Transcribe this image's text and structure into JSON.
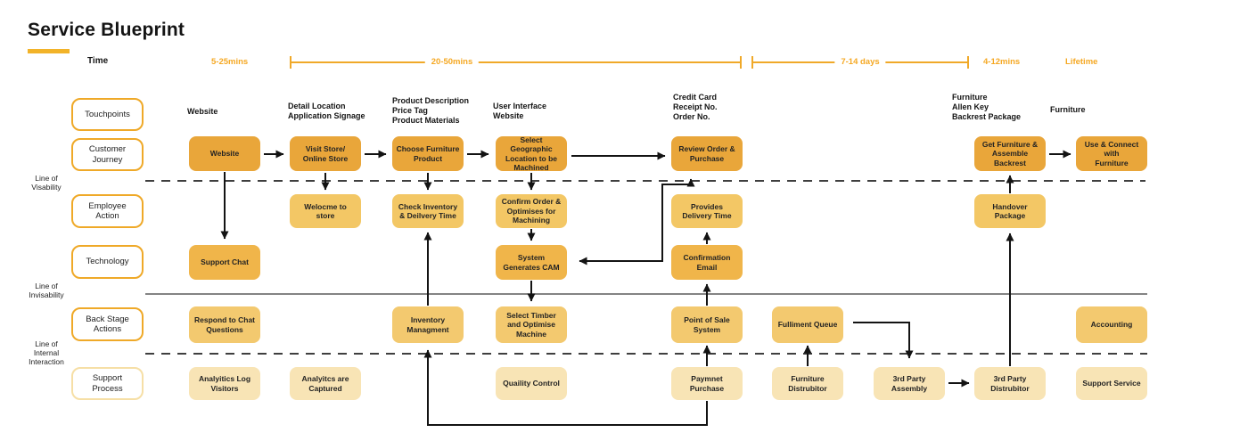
{
  "title": "Service Blueprint",
  "palette": {
    "gold_accent": "#F0A929",
    "underline": "#F2B329",
    "time_text": "#F5A823",
    "journey_fill": "#E9A63A",
    "technology_fill": "#F0B54A",
    "employee_fill": "#F3C765",
    "backstage_fill": "#F3C96F",
    "support_fill": "#F8E4B5",
    "lane_border": "#EFA928",
    "support_lane_border": "#F6DFA6",
    "separator_line": "#4a4a4a",
    "arrow_color": "#131313"
  },
  "timeline": {
    "label": "Time",
    "items": [
      {
        "text": "5-25mins",
        "style": "label"
      },
      {
        "text": "20-50mins",
        "style": "bracket"
      },
      {
        "text": "7-14 days",
        "style": "bracket"
      },
      {
        "text": "4-12mins",
        "style": "label"
      },
      {
        "text": "Lifetime",
        "style": "label"
      }
    ]
  },
  "touchpoint_headers": [
    "Website",
    "Detail Location\nApplication Signage",
    "Product Description\nPrice Tag\nProduct Materials",
    "User Interface\nWebsite",
    "Credit Card\nReceipt No.\nOrder No.",
    "Furniture\nAllen Key\nBackrest Package",
    "Furniture"
  ],
  "lanes": [
    {
      "id": "touchpoints",
      "label": "Touchpoints"
    },
    {
      "id": "journey",
      "label": "Customer\nJourney"
    },
    {
      "id": "employee",
      "label": "Employee\nAction"
    },
    {
      "id": "technology",
      "label": "Technology"
    },
    {
      "id": "backstage",
      "label": "Back Stage\nActions"
    },
    {
      "id": "support",
      "label": "Support\nProcess"
    }
  ],
  "separator_labels": [
    "Line of\nVisability",
    "Line of\nInvisability",
    "Line of\nInternal\nInteraction"
  ],
  "nodes": [
    {
      "id": "j1",
      "lane": "journey",
      "col": 0,
      "label": "Website"
    },
    {
      "id": "j2",
      "lane": "journey",
      "col": 1,
      "label": "Visit Store/\nOnline Store"
    },
    {
      "id": "j3",
      "lane": "journey",
      "col": 2,
      "label": "Choose Furniture\nProduct"
    },
    {
      "id": "j4",
      "lane": "journey",
      "col": 3,
      "label": "Select Geographic\nLocation to be\nMachined"
    },
    {
      "id": "j5",
      "lane": "journey",
      "col": 4,
      "label": "Review Order &\nPurchase"
    },
    {
      "id": "j8",
      "lane": "journey",
      "col": 7,
      "label": "Get Furniture &\nAssemble\nBackrest"
    },
    {
      "id": "j9",
      "lane": "journey",
      "col": 8,
      "label": "Use & Connect\nwith\nFurniture"
    },
    {
      "id": "e2",
      "lane": "employee",
      "col": 1,
      "label": "Welocme to\nstore"
    },
    {
      "id": "e3",
      "lane": "employee",
      "col": 2,
      "label": "Check Inventory\n& Deilvery Time"
    },
    {
      "id": "e4",
      "lane": "employee",
      "col": 3,
      "label": "Confirm Order &\nOptimises for\nMachining"
    },
    {
      "id": "e5",
      "lane": "employee",
      "col": 4,
      "label": "Provides\nDelivery Time"
    },
    {
      "id": "e8",
      "lane": "employee",
      "col": 7,
      "label": "Handover\nPackage"
    },
    {
      "id": "t1",
      "lane": "technology",
      "col": 0,
      "label": "Support Chat"
    },
    {
      "id": "t4",
      "lane": "technology",
      "col": 3,
      "label": "System\nGenerates CAM"
    },
    {
      "id": "t5",
      "lane": "technology",
      "col": 4,
      "label": "Confirmation\nEmail"
    },
    {
      "id": "b1",
      "lane": "backstage",
      "col": 0,
      "label": "Respond to Chat\nQuestions"
    },
    {
      "id": "b3",
      "lane": "backstage",
      "col": 2,
      "label": "Inventory\nManagment"
    },
    {
      "id": "b4",
      "lane": "backstage",
      "col": 3,
      "label": "Select Timber\nand Optimise\nMachine"
    },
    {
      "id": "b5",
      "lane": "backstage",
      "col": 4,
      "label": "Point of Sale\nSystem"
    },
    {
      "id": "b6",
      "lane": "backstage",
      "col": 5,
      "label": "Fulliment Queue"
    },
    {
      "id": "b9",
      "lane": "backstage",
      "col": 8,
      "label": "Accounting"
    },
    {
      "id": "s1",
      "lane": "support",
      "col": 0,
      "label": "Analyitics Log\nVisitors"
    },
    {
      "id": "s2",
      "lane": "support",
      "col": 1,
      "label": "Analyitcs are\nCaptured"
    },
    {
      "id": "s4",
      "lane": "support",
      "col": 3,
      "label": "Quaility Control"
    },
    {
      "id": "s5",
      "lane": "support",
      "col": 4,
      "label": "Paymnet\nPurchase"
    },
    {
      "id": "s6",
      "lane": "support",
      "col": 5,
      "label": "Furniture\nDistrubitor"
    },
    {
      "id": "s7",
      "lane": "support",
      "col": 6,
      "label": "3rd Party\nAssembly"
    },
    {
      "id": "s8",
      "lane": "support",
      "col": 7,
      "label": "3rd Party\nDistrubitor"
    },
    {
      "id": "s9",
      "lane": "support",
      "col": 8,
      "label": "Support Service"
    }
  ],
  "edges": [
    {
      "from": "j1",
      "to": "j2"
    },
    {
      "from": "j2",
      "to": "j3"
    },
    {
      "from": "j3",
      "to": "j4"
    },
    {
      "from": "j4",
      "to": "j5"
    },
    {
      "from": "j8",
      "to": "j9"
    },
    {
      "from": "s7",
      "to": "s8"
    },
    {
      "from": "j1",
      "to": "t1"
    },
    {
      "from": "j2",
      "to": "e2"
    },
    {
      "from": "j3",
      "to": "e3"
    },
    {
      "from": "j4",
      "to": "e4"
    },
    {
      "from": "e4",
      "to": "t4"
    },
    {
      "from": "t4",
      "to": "b4"
    },
    {
      "from": "t5",
      "to": "e5"
    },
    {
      "from": "b5",
      "to": "t5"
    },
    {
      "from": "s5",
      "to": "b5"
    },
    {
      "from": "s6",
      "to": "b6"
    },
    {
      "from": "b3",
      "to": "e3"
    },
    {
      "from": "s8",
      "to": "e8"
    },
    {
      "from": "e8",
      "to": "j8"
    },
    {
      "from": "t4",
      "to": "j5",
      "bidirectional": true
    },
    {
      "from": "b6",
      "to": "s7"
    },
    {
      "from": "s5",
      "to": "b3"
    }
  ]
}
